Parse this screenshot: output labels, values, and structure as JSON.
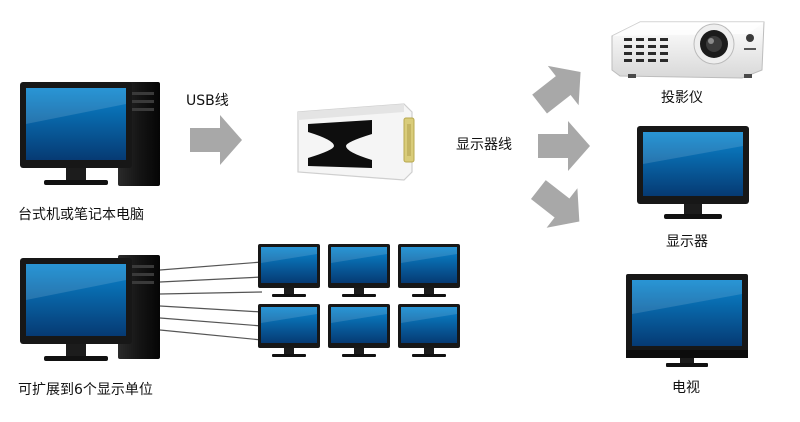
{
  "labels": {
    "usb_cable": "USB线",
    "display_cable": "显示器线",
    "source_pc": "台式机或笔记本电脑",
    "expand": "可扩展到6个显示单位",
    "projector": "投影仪",
    "monitor": "显示器",
    "tv": "电视"
  },
  "colors": {
    "arrow": "#a8a8a8",
    "screen_top": "#0a86cf",
    "screen_bottom": "#063a73",
    "bezel": "#171717",
    "adapter_body": "#f5f5f5",
    "connector": "#d9cc7a"
  },
  "icons": {
    "source_computer": "desktop-computer-icon",
    "expanded_computer": "desktop-computer-icon",
    "adapter": "usb-display-adapter-icon",
    "projector": "projector-icon",
    "monitor": "monitor-icon",
    "tv": "tv-icon",
    "arrow": "right-arrow-icon"
  },
  "expanded_monitor_count": 6
}
